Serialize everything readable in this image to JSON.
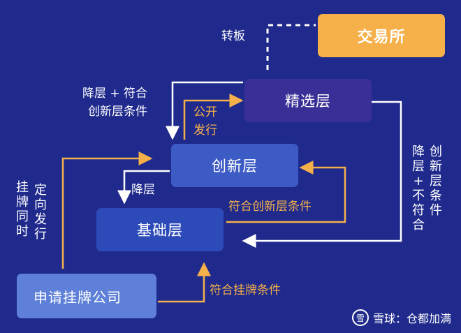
{
  "boxes": {
    "exchange": "交易所",
    "select": "精选层",
    "innovation": "创新层",
    "basic": "基础层",
    "applicant": "申请挂牌公司"
  },
  "labels": {
    "transfer": "转板",
    "downgrade_line1": "降层 + 符合",
    "downgrade_line2": "创新层条件",
    "public_line1": "公开",
    "public_line2": "发行",
    "downgrade_basic": "降层",
    "meets_innovation": "符合创新层条件",
    "meets_listing": "符合挂牌条件"
  },
  "vertical_labels": {
    "listing_simultaneous": [
      "挂",
      "牌",
      "同",
      "时"
    ],
    "targeted_issue": [
      "定",
      "向",
      "发",
      "行"
    ],
    "downgrade_col": [
      "降",
      "层",
      "+",
      "不",
      "符",
      "合"
    ],
    "innovation_cond_col": [
      "创",
      "新",
      "层",
      "条",
      "件"
    ]
  },
  "watermark": {
    "logo": "雪",
    "text": "雪球：仓都加满"
  },
  "colors": {
    "background": "#1f2a8c",
    "orange": "#f5b04a",
    "box_dark": "#3a2f96",
    "box_mid": "#3d5bc4",
    "box_light": "#5f80d8"
  }
}
